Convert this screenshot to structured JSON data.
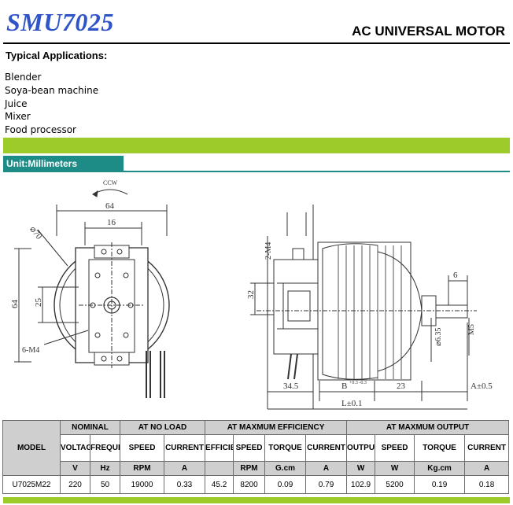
{
  "header": {
    "model": "SMU7025",
    "subtitle": "AC UNIVERSAL MOTOR"
  },
  "applications": {
    "title": "Typical Applications:",
    "items": [
      "Blender",
      "Soya-bean machine",
      "Juice",
      "Mixer",
      "Food processor"
    ]
  },
  "unit_label": "Unit:Millimeters",
  "drawing": {
    "rotation": "CCW",
    "dim_width": "64",
    "dim_diameter": "⌀70",
    "dim_hole_spacing": "16",
    "dim_height": "64",
    "dim_inner": "25",
    "dim_holes": "6-M4",
    "dim_top_holes": "2-M4",
    "dim_side_height": "32",
    "dim_34_5": "34.5",
    "dim_b": "B",
    "dim_b_tol": "+0.3 -0.3",
    "dim_23": "23",
    "dim_a": "A±0.5",
    "dim_l": "L±0.1",
    "dim_shaft_len": "6",
    "dim_shaft_dia": "⌀6.35",
    "dim_thread": "M5"
  },
  "table": {
    "model_header": "MODEL",
    "groups": [
      "NOMINAL",
      "AT NO LOAD",
      "AT MAXMUM EFFICIENCY",
      "AT MAXMUM OUTPUT"
    ],
    "columns": [
      "VOLTAGE",
      "FREQUENCY",
      "SPEED",
      "CURRENT",
      "EFFICIENCY",
      "SPEED",
      "TORQUE",
      "CURRENT",
      "OUTPUT",
      "SPEED",
      "TORQUE",
      "CURRENT"
    ],
    "units": [
      "V",
      "Hz",
      "RPM",
      "A",
      "",
      "RPM",
      "G.cm",
      "A",
      "W",
      "W",
      "Kg.cm",
      "A"
    ],
    "rows": [
      [
        "U7025M22",
        "220",
        "50",
        "19000",
        "0.33",
        "45.2",
        "8200",
        "0.09",
        "0.79",
        "102.9",
        "5200",
        "0.19",
        "0.18"
      ]
    ]
  }
}
